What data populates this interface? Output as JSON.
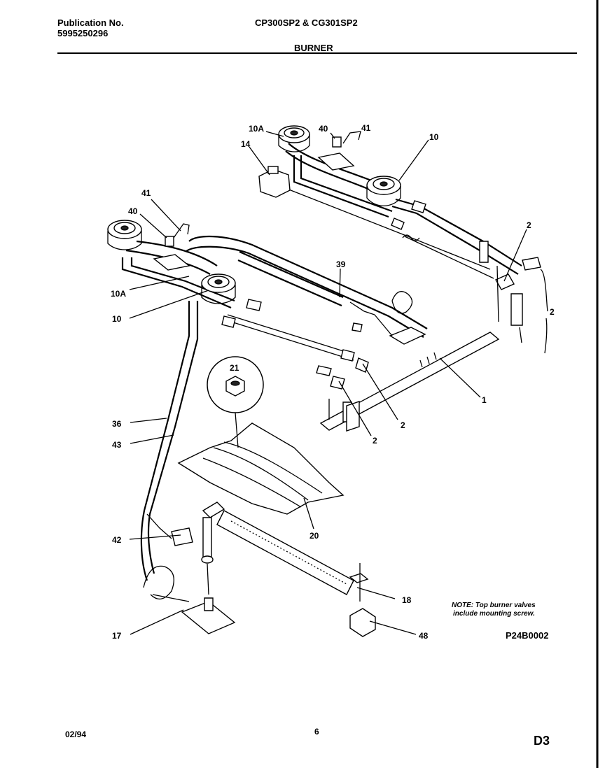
{
  "header": {
    "publication_label": "Publication No.",
    "publication_number": "5995250296",
    "models": "CP300SP2 & CG301SP2",
    "section_title": "BURNER"
  },
  "footer": {
    "date": "02/94",
    "page": "6",
    "code": "D3"
  },
  "diagram": {
    "figure_id": "P24B0002",
    "note_line1": "NOTE: Top burner valves",
    "note_line2": "include mounting screw.",
    "callouts": {
      "c10A_top": "10A",
      "c40_top": "40",
      "c41_top": "41",
      "c10_top": "10",
      "c14": "14",
      "c41_left": "41",
      "c40_left": "40",
      "c10A_left": "10A",
      "c10_left": "10",
      "c39": "39",
      "c2_a": "2",
      "c2_b": "2",
      "c2_c": "2",
      "c2_d": "2",
      "c1": "1",
      "c21": "21",
      "c36": "36",
      "c43": "43",
      "c20": "20",
      "c42": "42",
      "c18": "18",
      "c17": "17",
      "c48": "48"
    }
  }
}
